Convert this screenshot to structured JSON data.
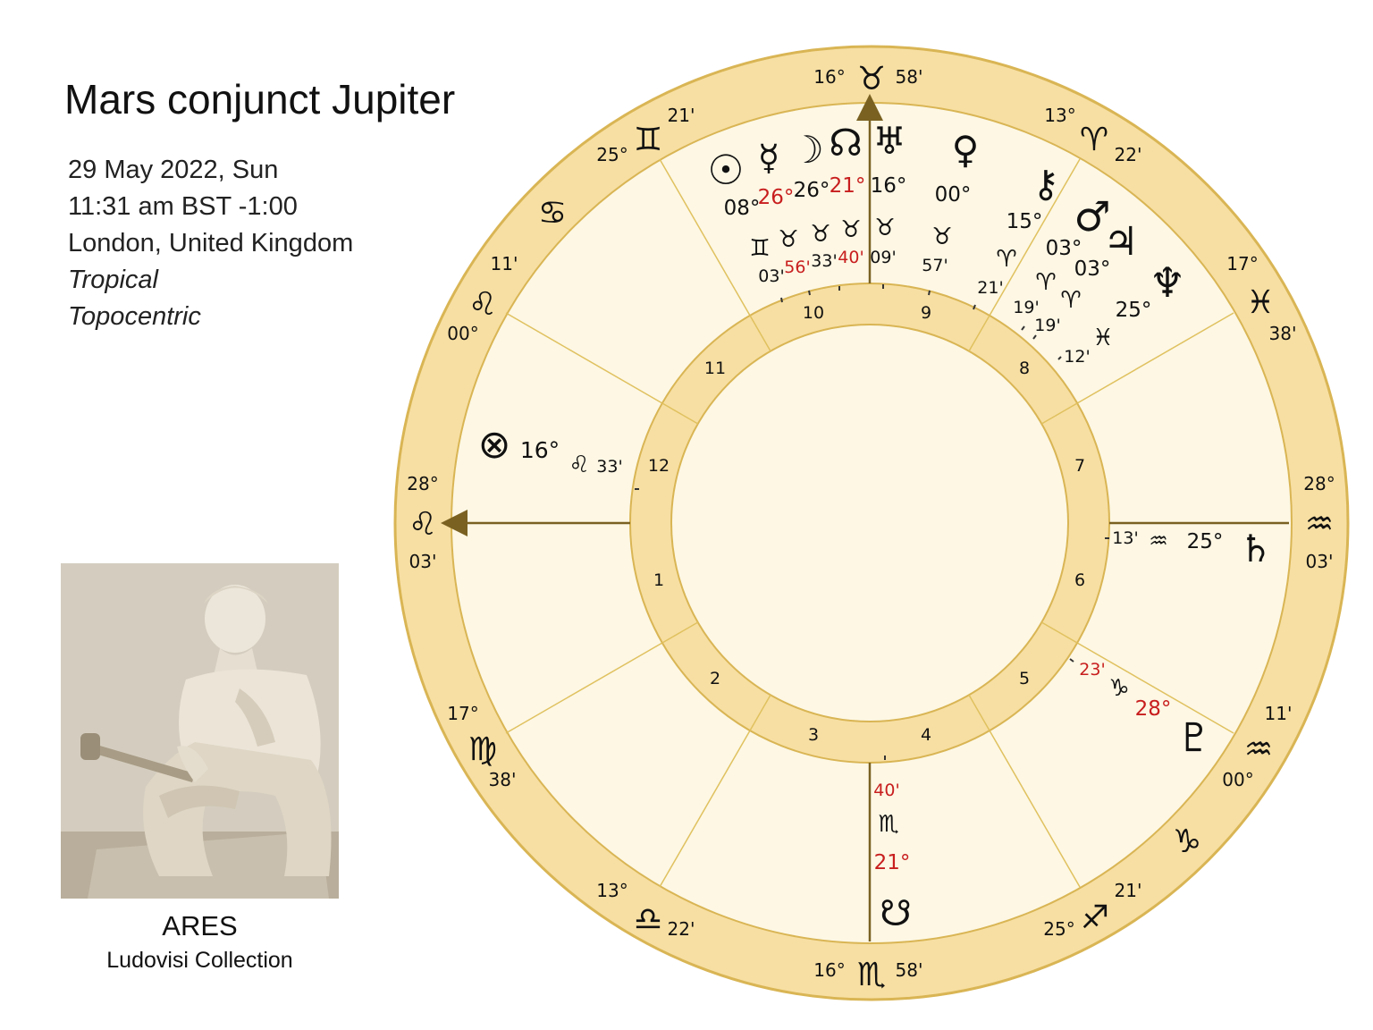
{
  "title": "Mars conjunct Jupiter",
  "info": {
    "date": "29 May 2022, Sun",
    "time": "11:31 am BST -1:00",
    "location": "London, United Kingdom",
    "zodiac": "Tropical",
    "houses": "Topocentric"
  },
  "caption": {
    "title": "ARES",
    "subtitle": "Ludovisi  Collection"
  },
  "colors": {
    "ring": "#f7dfa3",
    "ring_edge": "#d9b554",
    "field": "#fdf7e4",
    "red": "#c81e1e",
    "axis": "#7a6122"
  },
  "house_numbers": [
    "1",
    "2",
    "3",
    "4",
    "5",
    "6",
    "7",
    "8",
    "9",
    "10",
    "11",
    "12"
  ],
  "cusps": [
    {
      "name": "mc",
      "deg": "16°",
      "sign": "♉",
      "min": "58'"
    },
    {
      "name": "c11",
      "deg": "25°",
      "sign": "♊",
      "min": "21'"
    },
    {
      "name": "c12",
      "deg": "11'",
      "sign": "♌",
      "min": "00°"
    },
    {
      "name": "asc",
      "deg": "28°",
      "sign": "♌",
      "min": "03'"
    },
    {
      "name": "c2",
      "deg": "17°",
      "sign": "♍",
      "min": "38'"
    },
    {
      "name": "c3",
      "deg": "13°",
      "sign": "♎",
      "min": "22'"
    },
    {
      "name": "ic",
      "deg": "16°",
      "sign": "♏",
      "min": "58'"
    },
    {
      "name": "c5",
      "deg": "25°",
      "sign": "♐",
      "min": "21'"
    },
    {
      "name": "c6",
      "deg": "11'",
      "sign": "♒",
      "min": "00°"
    },
    {
      "name": "dsc",
      "deg": "28°",
      "sign": "♒",
      "min": "03'"
    },
    {
      "name": "c8",
      "deg": "17°",
      "sign": "♓",
      "min": "38'"
    },
    {
      "name": "c9",
      "deg": "13°",
      "sign": "♈",
      "min": "22'"
    }
  ],
  "extra_signs": [
    {
      "name": "cancer",
      "sign": "♋"
    },
    {
      "name": "capricorn",
      "sign": "♑"
    }
  ],
  "planets": [
    {
      "name": "sun",
      "glyph": "☉",
      "deg": "08°",
      "sign": "♊",
      "min": "03'",
      "red": false
    },
    {
      "name": "mercury",
      "glyph": "☿",
      "deg": "26°",
      "sign": "♉",
      "min": "56'",
      "red": true
    },
    {
      "name": "moon",
      "glyph": "☽",
      "deg": "26°",
      "sign": "♉",
      "min": "33'",
      "red": false
    },
    {
      "name": "node",
      "glyph": "☊",
      "deg": "21°",
      "sign": "♉",
      "min": "40'",
      "red": true
    },
    {
      "name": "uranus",
      "glyph": "♅",
      "deg": "16°",
      "sign": "♉",
      "min": "09'",
      "red": false
    },
    {
      "name": "venus",
      "glyph": "♀",
      "deg": "00°",
      "sign": "♉",
      "min": "57'",
      "red": false
    },
    {
      "name": "chiron",
      "glyph": "⚷",
      "deg": "15°",
      "sign": "♈",
      "min": "21'",
      "red": false
    },
    {
      "name": "mars",
      "glyph": "♂",
      "deg": "03°",
      "sign": "♈",
      "min": "19'",
      "red": false
    },
    {
      "name": "jupiter",
      "glyph": "♃",
      "deg": "03°",
      "sign": "♈",
      "min": "19'",
      "red": false
    },
    {
      "name": "neptune",
      "glyph": "♆",
      "deg": "25°",
      "sign": "♓",
      "min": "12'",
      "red": false
    },
    {
      "name": "saturn",
      "glyph": "♄",
      "deg": "25°",
      "sign": "♒",
      "min": "13'",
      "red": false
    },
    {
      "name": "pluto",
      "glyph": "♇",
      "deg": "28°",
      "sign": "♑",
      "min": "23'",
      "red": true
    },
    {
      "name": "south-node",
      "glyph": "☋",
      "deg": "21°",
      "sign": "♏",
      "min": "40'",
      "red": true
    },
    {
      "name": "fortune",
      "glyph": "⊗",
      "deg": "16°",
      "sign": "♌",
      "min": "33'",
      "red": false
    }
  ]
}
